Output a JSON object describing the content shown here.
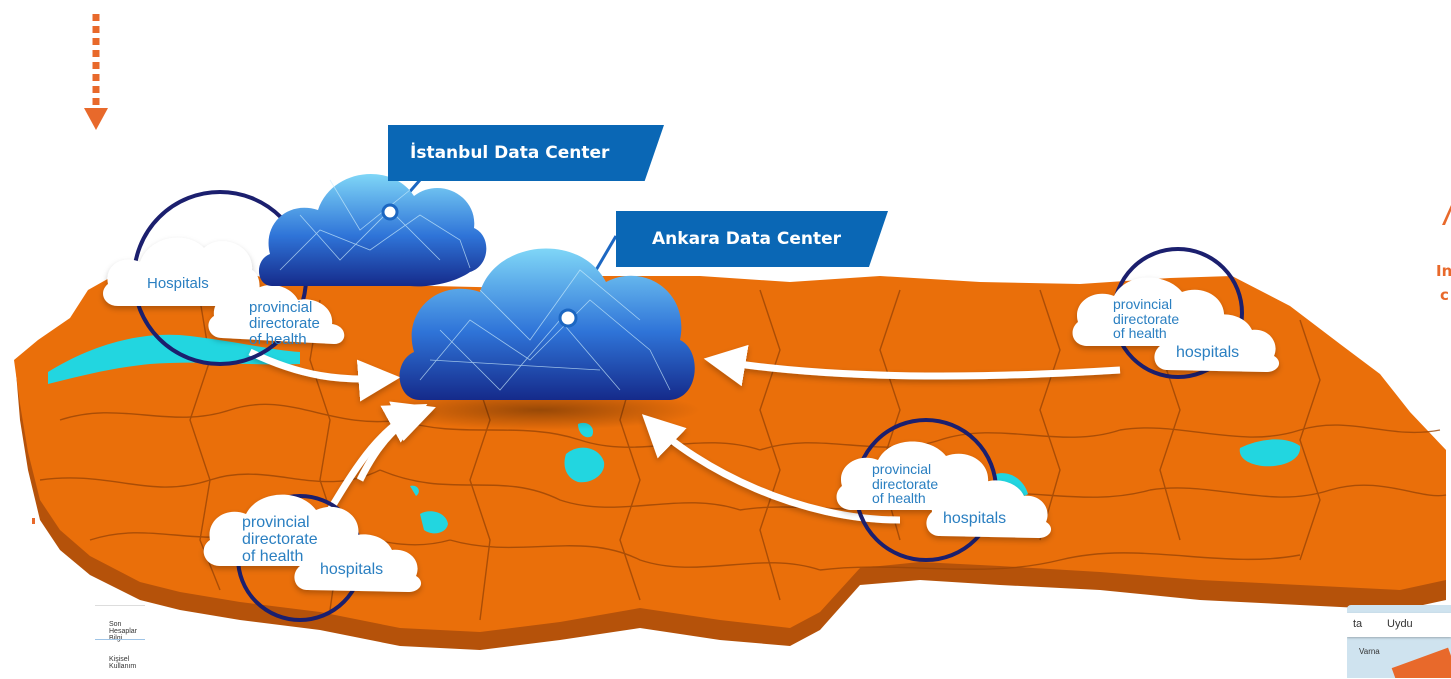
{
  "banners": {
    "istanbul": "İstanbul Data Center",
    "ankara": "Ankara Data Center"
  },
  "clusters": {
    "northwest": {
      "hospitals": "Hospitals",
      "directorate": [
        "provincial",
        "directorate",
        "of health"
      ]
    },
    "southwest": {
      "directorate": [
        "provincial",
        "directorate",
        "of health"
      ],
      "hospitals": "hospitals"
    },
    "center_east": {
      "directorate": [
        "provincial",
        "directorate",
        "of health"
      ],
      "hospitals": "hospitals"
    },
    "northeast": {
      "directorate": [
        "provincial",
        "directorate",
        "of health"
      ],
      "hospitals": "hospitals"
    }
  },
  "right_edge_text": {
    "line1": "In",
    "line2": "c"
  },
  "bottom_left_panel": {
    "item1": "Son Hesaplar Bilgi",
    "item2": "Kişisel Kullanım"
  },
  "map_inset": {
    "tab_left": "ta",
    "tab_right": "Uydu",
    "place": "Varna"
  },
  "colors": {
    "land": "#ea6f0a",
    "land_shadow": "#b5520a",
    "water": "#22d6e0",
    "ring": "#1b1f6e",
    "banner": "#0a67b5",
    "label": "#2a7fc1",
    "accent_arrow": "#e8692b"
  }
}
